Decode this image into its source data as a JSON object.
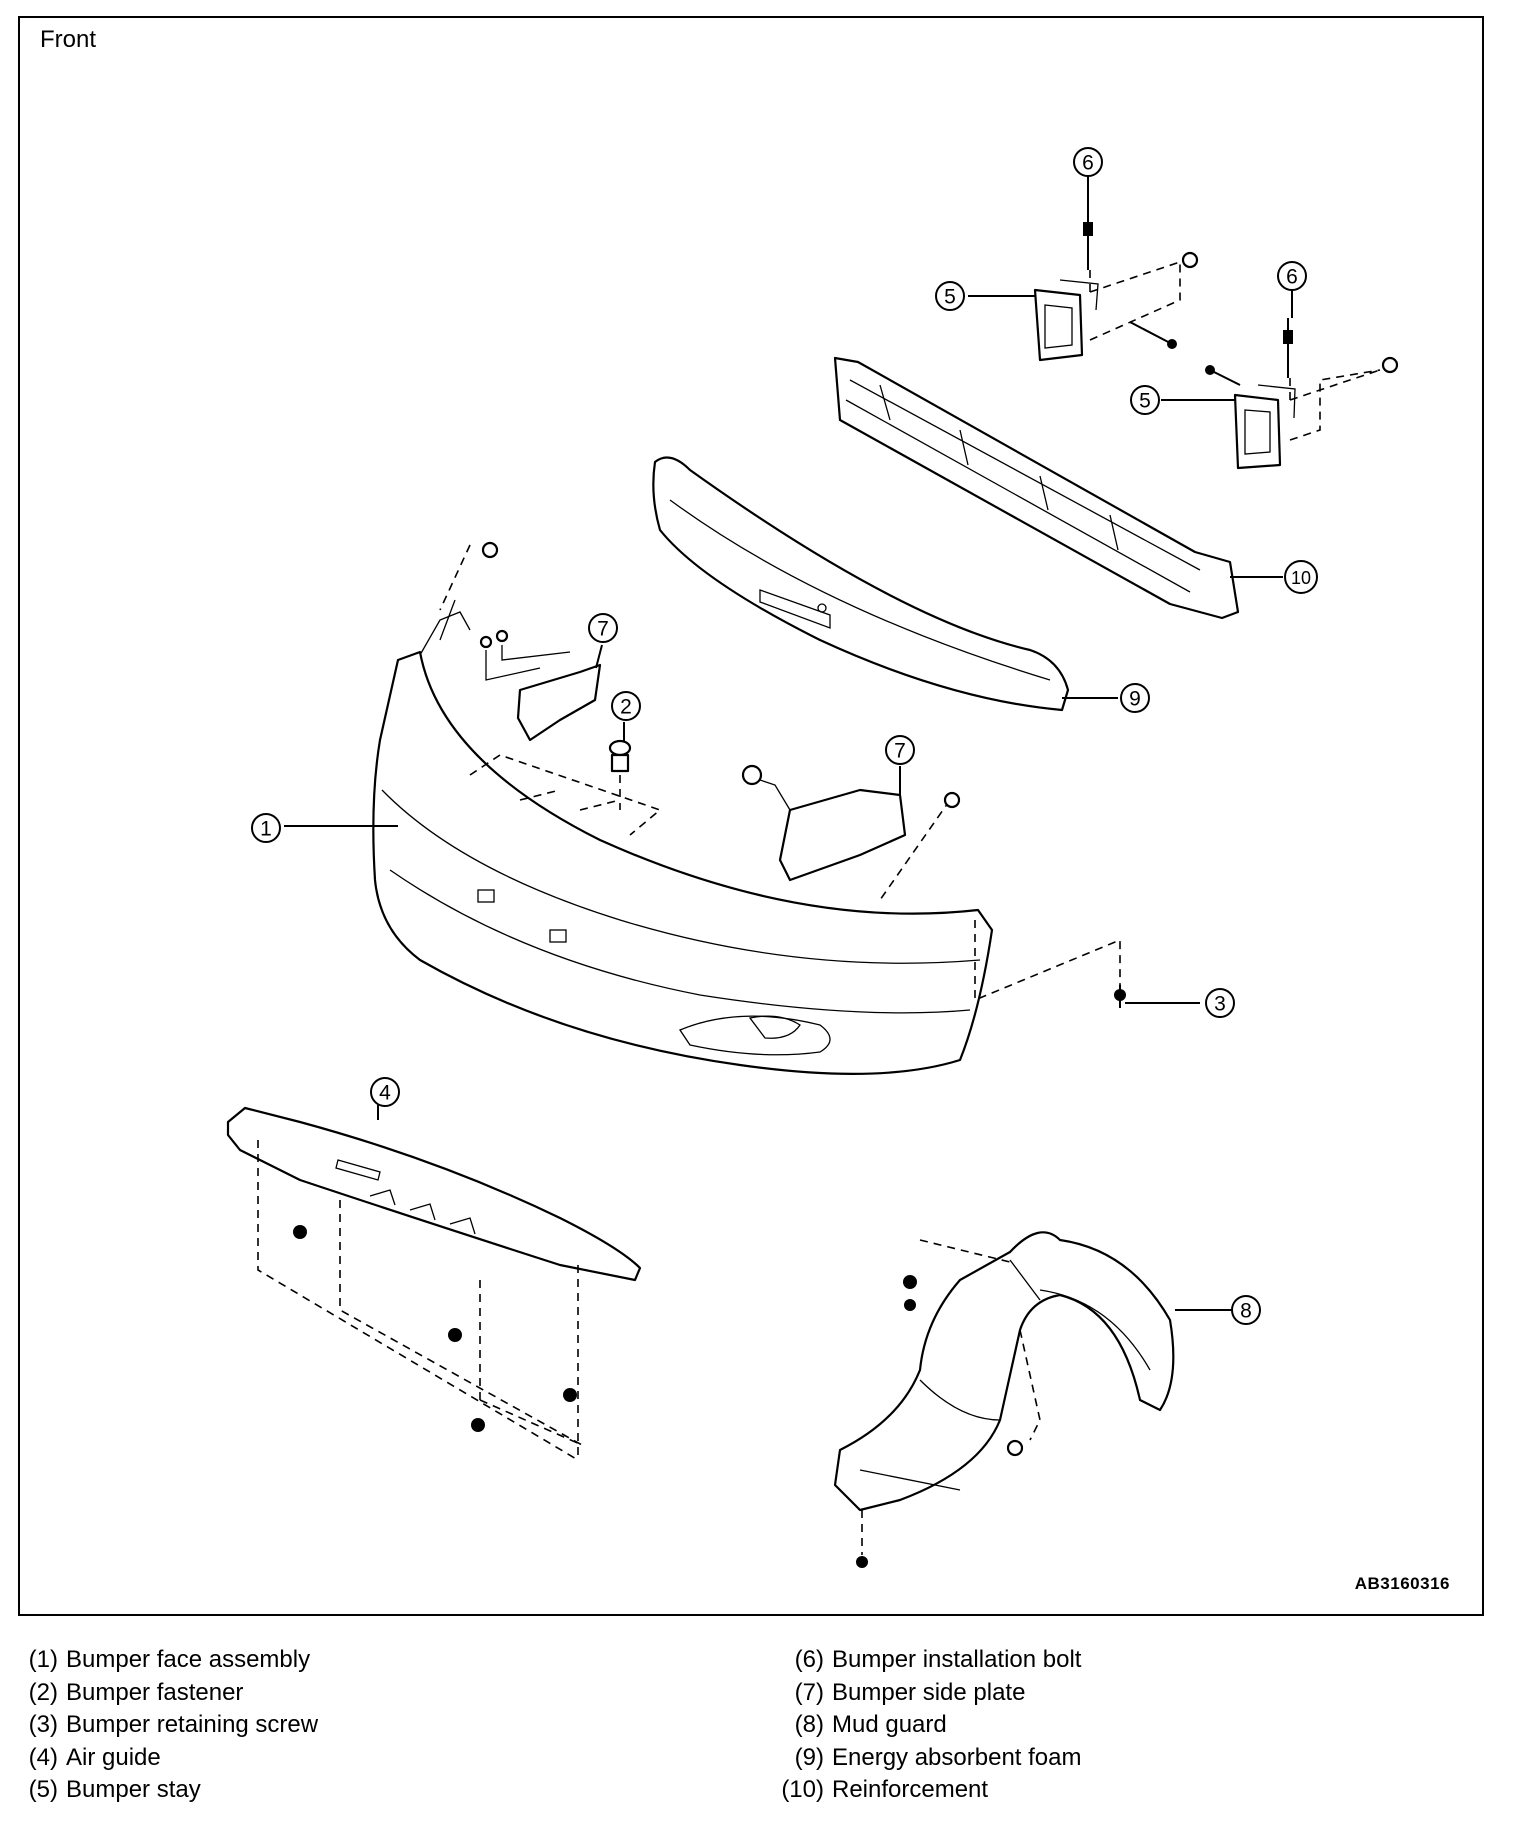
{
  "diagram": {
    "view_label": "Front",
    "figure_code": "AB3160316",
    "callouts": [
      "1",
      "2",
      "3",
      "4",
      "5",
      "5",
      "6",
      "6",
      "7",
      "7",
      "8",
      "9",
      "10"
    ]
  },
  "legend": {
    "left": [
      {
        "num": "(1)",
        "text": "Bumper face assembly"
      },
      {
        "num": "(2)",
        "text": "Bumper fastener"
      },
      {
        "num": "(3)",
        "text": "Bumper retaining screw"
      },
      {
        "num": "(4)",
        "text": "Air guide"
      },
      {
        "num": "(5)",
        "text": "Bumper stay"
      }
    ],
    "right": [
      {
        "num": "(6)",
        "text": "Bumper installation bolt"
      },
      {
        "num": "(7)",
        "text": "Bumper side plate"
      },
      {
        "num": "(8)",
        "text": "Mud guard"
      },
      {
        "num": "(9)",
        "text": "Energy absorbent foam"
      },
      {
        "num": "(10)",
        "text": "Reinforcement"
      }
    ]
  }
}
